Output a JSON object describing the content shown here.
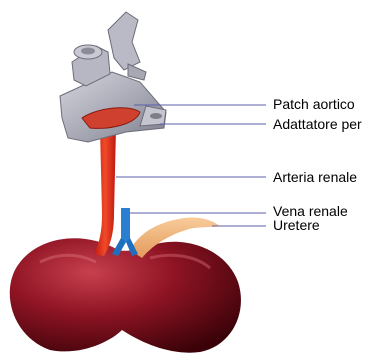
{
  "labels": {
    "patch_aortico": "Patch aortico",
    "adattatore": "Adattatore per",
    "arteria_renale": "Arteria renale",
    "vena_renale": "Vena renale",
    "uretere": "Uretere"
  },
  "colors": {
    "leader_line": "#5b5fa8",
    "kidney": "#8a1020",
    "artery": "#e0301e",
    "vein": "#1e6fc0",
    "ureter": "#f2b27a",
    "clamp": "#a9aab5"
  }
}
